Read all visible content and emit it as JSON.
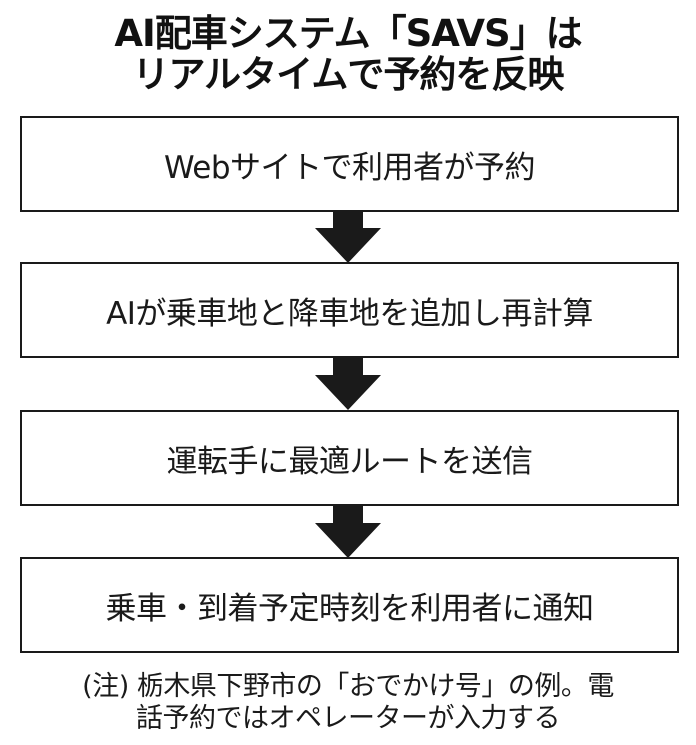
{
  "title": {
    "line1": "AI配車システム「SAVS」は",
    "line2": "リアルタイムで予約を反映"
  },
  "flow": {
    "steps": [
      {
        "label": "Webサイトで利用者が予約"
      },
      {
        "label": "AIが乗車地と降車地を追加し再計算"
      },
      {
        "label": "運転手に最適ルートを送信"
      },
      {
        "label": "乗車・到着予定時刻を利用者に通知"
      }
    ],
    "arrow_icon": "down-arrow-icon"
  },
  "note": {
    "line1": "(注) 栃木県下野市の「おでかけ号」の例。電",
    "line2": "話予約ではオペレーターが入力する"
  }
}
